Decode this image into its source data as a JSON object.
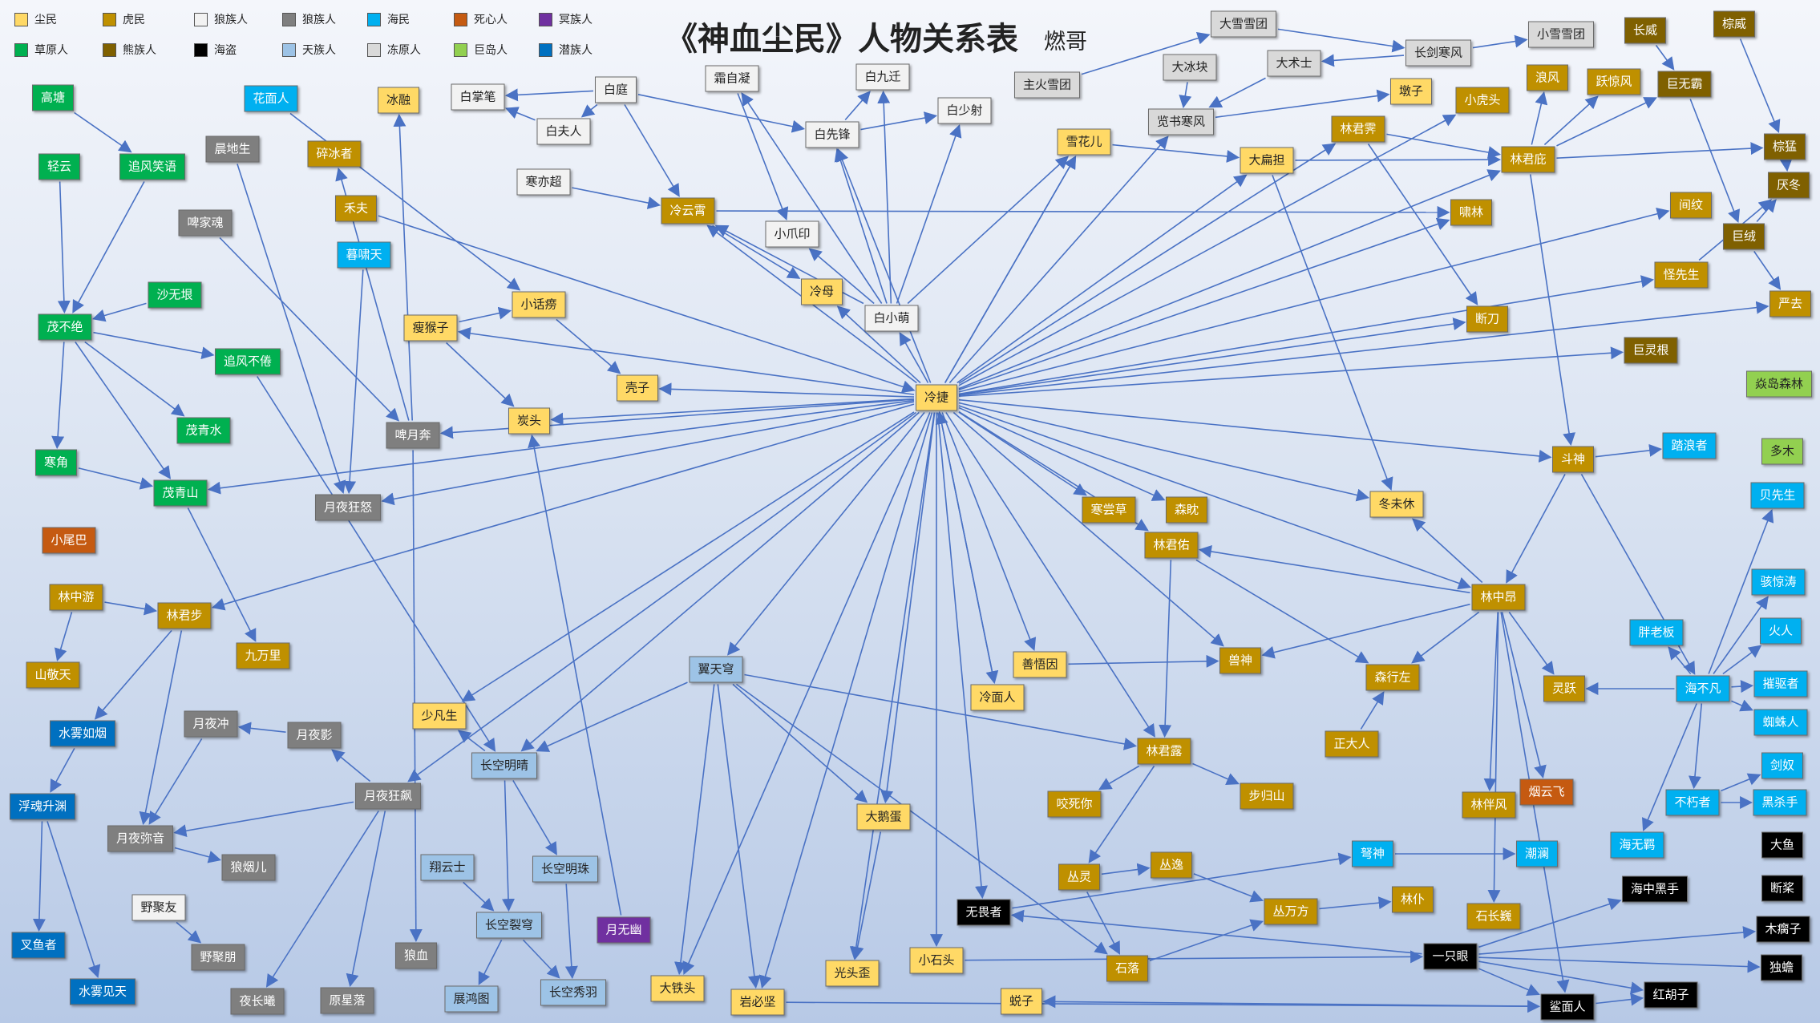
{
  "title": "《神血尘民》人物关系表",
  "author": "燃哥",
  "legend": [
    {
      "label": "尘民",
      "color": "#ffd966",
      "text": "#222"
    },
    {
      "label": "虎民",
      "color": "#bf9000",
      "text": "#fff"
    },
    {
      "label": "狼族人",
      "color": "#f2f2f2",
      "text": "#222"
    },
    {
      "label": "狼族人",
      "color": "#7f7f7f",
      "text": "#fff"
    },
    {
      "label": "海民",
      "color": "#00b0f0",
      "text": "#fff"
    },
    {
      "label": "死心人",
      "color": "#c55a11",
      "text": "#fff"
    },
    {
      "label": "冥族人",
      "color": "#7030a0",
      "text": "#fff"
    },
    {
      "label": "草原人",
      "color": "#00b050",
      "text": "#fff"
    },
    {
      "label": "熊族人",
      "color": "#7f6000",
      "text": "#fff"
    },
    {
      "label": "海盗",
      "color": "#000000",
      "text": "#fff"
    },
    {
      "label": "天族人",
      "color": "#9dc3e6",
      "text": "#222"
    },
    {
      "label": "冻原人",
      "color": "#d9d9d9",
      "text": "#222"
    },
    {
      "label": "巨岛人",
      "color": "#92d050",
      "text": "#222"
    },
    {
      "label": "潜族人",
      "color": "#0070c0",
      "text": "#fff"
    }
  ],
  "nodes": [
    {
      "id": "冷捷",
      "t": 0
    },
    {
      "id": "白小萌",
      "t": 2
    },
    {
      "id": "冷母",
      "t": 0
    },
    {
      "id": "冷云霄",
      "t": 1
    },
    {
      "id": "寒亦超",
      "t": 2
    },
    {
      "id": "白夫人",
      "t": 2
    },
    {
      "id": "白掌笔",
      "t": 2
    },
    {
      "id": "白庭",
      "t": 2
    },
    {
      "id": "霜自凝",
      "t": 2
    },
    {
      "id": "白九迁",
      "t": 2
    },
    {
      "id": "白少射",
      "t": 2
    },
    {
      "id": "白先锋",
      "t": 2
    },
    {
      "id": "小爪印",
      "t": 2
    },
    {
      "id": "主火雪团",
      "t": 11
    },
    {
      "id": "大雪雪团",
      "t": 11
    },
    {
      "id": "大冰块",
      "t": 11
    },
    {
      "id": "大术士",
      "t": 11
    },
    {
      "id": "览书寒风",
      "t": 11
    },
    {
      "id": "长剑寒风",
      "t": 11
    },
    {
      "id": "小雪雪团",
      "t": 11
    },
    {
      "id": "雪花儿",
      "t": 0
    },
    {
      "id": "大扁担",
      "t": 0
    },
    {
      "id": "墩子",
      "t": 0
    },
    {
      "id": "小虎头",
      "t": 1
    },
    {
      "id": "林君霁",
      "t": 1
    },
    {
      "id": "啸林",
      "t": 1
    },
    {
      "id": "林君庇",
      "t": 1
    },
    {
      "id": "浪风",
      "t": 1
    },
    {
      "id": "跃惊风",
      "t": 1
    },
    {
      "id": "长威",
      "t": 8
    },
    {
      "id": "棕威",
      "t": 8
    },
    {
      "id": "巨无霸",
      "t": 8
    },
    {
      "id": "棕猛",
      "t": 8
    },
    {
      "id": "厌冬",
      "t": 8
    },
    {
      "id": "间纹",
      "t": 1
    },
    {
      "id": "巨绒",
      "t": 8
    },
    {
      "id": "怪先生",
      "t": 1
    },
    {
      "id": "严去",
      "t": 1
    },
    {
      "id": "断刀",
      "t": 1
    },
    {
      "id": "巨灵根",
      "t": 8
    },
    {
      "id": "焱岛森林",
      "t": 12
    },
    {
      "id": "多木",
      "t": 12
    },
    {
      "id": "斗神",
      "t": 1
    },
    {
      "id": "踏浪者",
      "t": 4
    },
    {
      "id": "贝先生",
      "t": 4
    },
    {
      "id": "冬未休",
      "t": 0
    },
    {
      "id": "森眈",
      "t": 1
    },
    {
      "id": "寒尝草",
      "t": 1
    },
    {
      "id": "林君佑",
      "t": 1
    },
    {
      "id": "林中昂",
      "t": 1
    },
    {
      "id": "骇惊涛",
      "t": 4
    },
    {
      "id": "胖老板",
      "t": 4
    },
    {
      "id": "火人",
      "t": 4
    },
    {
      "id": "兽神",
      "t": 1
    },
    {
      "id": "善悟因",
      "t": 0
    },
    {
      "id": "冷面人",
      "t": 0
    },
    {
      "id": "森行左",
      "t": 1
    },
    {
      "id": "灵跃",
      "t": 1
    },
    {
      "id": "海不凡",
      "t": 4
    },
    {
      "id": "摧驱者",
      "t": 4
    },
    {
      "id": "蜘蛛人",
      "t": 4
    },
    {
      "id": "剑奴",
      "t": 4
    },
    {
      "id": "不朽者",
      "t": 4
    },
    {
      "id": "黑杀手",
      "t": 4
    },
    {
      "id": "正大人",
      "t": 1
    },
    {
      "id": "林君露",
      "t": 1
    },
    {
      "id": "步归山",
      "t": 1
    },
    {
      "id": "林伴风",
      "t": 1
    },
    {
      "id": "烟云飞",
      "t": 5
    },
    {
      "id": "海无羁",
      "t": 4
    },
    {
      "id": "咬死你",
      "t": 1
    },
    {
      "id": "弩神",
      "t": 4
    },
    {
      "id": "潮澜",
      "t": 4
    },
    {
      "id": "大鱼",
      "t": 9
    },
    {
      "id": "海中黑手",
      "t": 9
    },
    {
      "id": "断桨",
      "t": 9
    },
    {
      "id": "丛灵",
      "t": 1
    },
    {
      "id": "丛逸",
      "t": 1
    },
    {
      "id": "林仆",
      "t": 1
    },
    {
      "id": "丛万方",
      "t": 1
    },
    {
      "id": "石长巍",
      "t": 1
    },
    {
      "id": "木瘸子",
      "t": 9
    },
    {
      "id": "无畏者",
      "t": 9
    },
    {
      "id": "一只眼",
      "t": 9
    },
    {
      "id": "独蟾",
      "t": 9
    },
    {
      "id": "石落",
      "t": 1
    },
    {
      "id": "小石头",
      "t": 0
    },
    {
      "id": "红胡子",
      "t": 9
    },
    {
      "id": "鲨面人",
      "t": 9
    },
    {
      "id": "蜕子",
      "t": 0
    },
    {
      "id": "大鹅蛋",
      "t": 0
    },
    {
      "id": "光头歪",
      "t": 0
    },
    {
      "id": "岩必坚",
      "t": 0
    },
    {
      "id": "大铁头",
      "t": 0
    },
    {
      "id": "月无幽",
      "t": 6
    },
    {
      "id": "翼天穹",
      "t": 10
    },
    {
      "id": "长空明晴",
      "t": 10
    },
    {
      "id": "长空明珠",
      "t": 10
    },
    {
      "id": "翔云士",
      "t": 10
    },
    {
      "id": "长空裂穹",
      "t": 10
    },
    {
      "id": "展鸿图",
      "t": 10
    },
    {
      "id": "长空秀羽",
      "t": 10
    },
    {
      "id": "少凡生",
      "t": 0
    },
    {
      "id": "月夜狂飙",
      "t": 3
    },
    {
      "id": "月夜影",
      "t": 3
    },
    {
      "id": "月夜冲",
      "t": 3
    },
    {
      "id": "月夜弥音",
      "t": 3
    },
    {
      "id": "狼烟儿",
      "t": 3
    },
    {
      "id": "野聚友",
      "t": 2
    },
    {
      "id": "野聚朋",
      "t": 3
    },
    {
      "id": "夜长曦",
      "t": 3
    },
    {
      "id": "原星落",
      "t": 3
    },
    {
      "id": "狼血",
      "t": 3
    },
    {
      "id": "月夜狂怒",
      "t": 3
    },
    {
      "id": "啤月奔",
      "t": 3
    },
    {
      "id": "瘦猴子",
      "t": 0
    },
    {
      "id": "小话痨",
      "t": 0
    },
    {
      "id": "壳子",
      "t": 0
    },
    {
      "id": "炭头",
      "t": 0
    },
    {
      "id": "暮啸天",
      "t": 4
    },
    {
      "id": "禾夫",
      "t": 1
    },
    {
      "id": "碎冰者",
      "t": 1
    },
    {
      "id": "冰融",
      "t": 0
    },
    {
      "id": "花面人",
      "t": 4
    },
    {
      "id": "晨地生",
      "t": 3
    },
    {
      "id": "啤家魂",
      "t": 3
    },
    {
      "id": "高塘",
      "t": 7
    },
    {
      "id": "轻云",
      "t": 7
    },
    {
      "id": "追风笑语",
      "t": 7
    },
    {
      "id": "沙无垠",
      "t": 7
    },
    {
      "id": "茂不绝",
      "t": 7
    },
    {
      "id": "追风不倦",
      "t": 7
    },
    {
      "id": "茂青水",
      "t": 7
    },
    {
      "id": "寒角",
      "t": 7
    },
    {
      "id": "茂青山",
      "t": 7
    },
    {
      "id": "小尾巴",
      "t": 5
    },
    {
      "id": "林中游",
      "t": 1
    },
    {
      "id": "林君步",
      "t": 1
    },
    {
      "id": "九万里",
      "t": 1
    },
    {
      "id": "山敬天",
      "t": 1
    },
    {
      "id": "水雾如烟",
      "t": 13
    },
    {
      "id": "浮魂升渊",
      "t": 13
    },
    {
      "id": "叉鱼者",
      "t": 13
    },
    {
      "id": "水雾见天",
      "t": 13
    }
  ],
  "edges": [
    [
      "冷捷",
      "白小萌"
    ],
    [
      "冷捷",
      "冷母"
    ],
    [
      "冷捷",
      "冷云霄"
    ],
    [
      "冷捷",
      "雪花儿"
    ],
    [
      "冷捷",
      "大扁担"
    ],
    [
      "冷捷",
      "林君霁"
    ],
    [
      "冷捷",
      "林君庇"
    ],
    [
      "冷捷",
      "啸林"
    ],
    [
      "冷捷",
      "断刀"
    ],
    [
      "冷捷",
      "怪先生"
    ],
    [
      "冷捷",
      "巨灵根"
    ],
    [
      "冷捷",
      "斗神"
    ],
    [
      "冷捷",
      "冬未休"
    ],
    [
      "冷捷",
      "森眈"
    ],
    [
      "冷捷",
      "寒尝草"
    ],
    [
      "冷捷",
      "林君佑"
    ],
    [
      "冷捷",
      "林中昂"
    ],
    [
      "冷捷",
      "兽神"
    ],
    [
      "冷捷",
      "善悟因"
    ],
    [
      "冷捷",
      "冷面人"
    ],
    [
      "冷捷",
      "林君露"
    ],
    [
      "冷捷",
      "翼天穹"
    ],
    [
      "冷捷",
      "壳子"
    ],
    [
      "冷捷",
      "瘦猴子"
    ],
    [
      "冷捷",
      "炭头"
    ],
    [
      "冷捷",
      "月夜狂怒"
    ],
    [
      "冷捷",
      "茂青山"
    ],
    [
      "冷捷",
      "少凡生"
    ],
    [
      "冷捷",
      "长空明晴"
    ],
    [
      "冷捷",
      "大鹅蛋"
    ],
    [
      "冷捷",
      "小石头"
    ],
    [
      "冷捷",
      "无畏者"
    ],
    [
      "冷捷",
      "岩必坚"
    ],
    [
      "冷捷",
      "大铁头"
    ],
    [
      "冷捷",
      "光头歪"
    ],
    [
      "冷捷",
      "林君步"
    ],
    [
      "冷捷",
      "月夜狂飙"
    ],
    [
      "冷捷",
      "白先锋"
    ],
    [
      "冷捷",
      "雪花儿"
    ],
    [
      "冷捷",
      "啤月奔"
    ],
    [
      "冷捷",
      "览书寒风"
    ],
    [
      "冷捷",
      "小虎头"
    ],
    [
      "冷捷",
      "严去"
    ],
    [
      "冷捷",
      "间纹"
    ],
    [
      "白小萌",
      "白先锋"
    ],
    [
      "白小萌",
      "白少射"
    ],
    [
      "白小萌",
      "白九迁"
    ],
    [
      "白小萌",
      "霜自凝"
    ],
    [
      "白小萌",
      "冷云霄"
    ],
    [
      "白小萌",
      "雪花儿"
    ],
    [
      "白小萌",
      "小爪印"
    ],
    [
      "白庭",
      "白掌笔"
    ],
    [
      "白庭",
      "白夫人"
    ],
    [
      "白庭",
      "白先锋"
    ],
    [
      "白庭",
      "冷云霄"
    ],
    [
      "白先锋",
      "白少射"
    ],
    [
      "白先锋",
      "白九迁"
    ],
    [
      "白夫人",
      "白掌笔"
    ],
    [
      "寒亦超",
      "冷云霄"
    ],
    [
      "冷云霄",
      "啸林"
    ],
    [
      "冷云霄",
      "冷母"
    ],
    [
      "霜自凝",
      "小爪印"
    ],
    [
      "主火雪团",
      "大雪雪团"
    ],
    [
      "大雪雪团",
      "长剑寒风"
    ],
    [
      "长剑寒风",
      "小雪雪团"
    ],
    [
      "长剑寒风",
      "大术士"
    ],
    [
      "大术士",
      "览书寒风"
    ],
    [
      "览书寒风",
      "墩子"
    ],
    [
      "大冰块",
      "览书寒风"
    ],
    [
      "雪花儿",
      "大扁担"
    ],
    [
      "大扁担",
      "林君庇"
    ],
    [
      "大扁担",
      "冬未休"
    ],
    [
      "林君霁",
      "林君庇"
    ],
    [
      "林君霁",
      "断刀"
    ],
    [
      "林君庇",
      "浪风"
    ],
    [
      "林君庇",
      "跃惊风"
    ],
    [
      "林君庇",
      "斗神"
    ],
    [
      "林君庇",
      "巨无霸"
    ],
    [
      "林君庇",
      "棕猛"
    ],
    [
      "长威",
      "巨无霸"
    ],
    [
      "棕威",
      "棕猛"
    ],
    [
      "棕猛",
      "厌冬"
    ],
    [
      "巨绒",
      "厌冬"
    ],
    [
      "巨绒",
      "严去"
    ],
    [
      "巨无霸",
      "巨绒"
    ],
    [
      "怪先生",
      "厌冬"
    ],
    [
      "斗神",
      "踏浪者"
    ],
    [
      "斗神",
      "林中昂"
    ],
    [
      "斗神",
      "海不凡"
    ],
    [
      "林中昂",
      "森行左"
    ],
    [
      "林中昂",
      "灵跃"
    ],
    [
      "林中昂",
      "烟云飞"
    ],
    [
      "林中昂",
      "林君佑"
    ],
    [
      "林中昂",
      "林伴风"
    ],
    [
      "林中昂",
      "鲨面人"
    ],
    [
      "林中昂",
      "兽神"
    ],
    [
      "林中昂",
      "冬未休"
    ],
    [
      "林中昂",
      "石长巍"
    ],
    [
      "林君佑",
      "林君露"
    ],
    [
      "林君露",
      "步归山"
    ],
    [
      "林君露",
      "咬死你"
    ],
    [
      "林君露",
      "丛灵"
    ],
    [
      "海不凡",
      "灵跃"
    ],
    [
      "海不凡",
      "火人"
    ],
    [
      "海不凡",
      "骇惊涛"
    ],
    [
      "海不凡",
      "摧驱者"
    ],
    [
      "海不凡",
      "蜘蛛人"
    ],
    [
      "海不凡",
      "不朽者"
    ],
    [
      "海不凡",
      "胖老板"
    ],
    [
      "海不凡",
      "海无羁"
    ],
    [
      "海不凡",
      "贝先生"
    ],
    [
      "不朽者",
      "黑杀手"
    ],
    [
      "不朽者",
      "剑奴"
    ],
    [
      "弩神",
      "潮澜"
    ],
    [
      "丛灵",
      "丛逸"
    ],
    [
      "丛灵",
      "石落"
    ],
    [
      "丛逸",
      "丛万方"
    ],
    [
      "丛万方",
      "林仆"
    ],
    [
      "一只眼",
      "红胡子"
    ],
    [
      "一只眼",
      "木瘸子"
    ],
    [
      "一只眼",
      "独蟾"
    ],
    [
      "一只眼",
      "海中黑手"
    ],
    [
      "一只眼",
      "鲨面人"
    ],
    [
      "一只眼",
      "无畏者"
    ],
    [
      "鲨面人",
      "蜕子"
    ],
    [
      "鲨面人",
      "红胡子"
    ],
    [
      "翼天穹",
      "长空明晴"
    ],
    [
      "翼天穹",
      "大鹅蛋"
    ],
    [
      "翼天穹",
      "岩必坚"
    ],
    [
      "翼天穹",
      "林君露"
    ],
    [
      "翼天穹",
      "石落"
    ],
    [
      "翼天穹",
      "大铁头"
    ],
    [
      "长空明晴",
      "长空明珠"
    ],
    [
      "长空明晴",
      "长空裂穹"
    ],
    [
      "长空明晴",
      "少凡生"
    ],
    [
      "翔云士",
      "长空裂穹"
    ],
    [
      "长空裂穹",
      "展鸿图"
    ],
    [
      "长空裂穹",
      "长空秀羽"
    ],
    [
      "长空明珠",
      "长空秀羽"
    ],
    [
      "月夜狂飙",
      "月夜影"
    ],
    [
      "月夜狂飙",
      "月夜弥音"
    ],
    [
      "月夜狂飙",
      "夜长曦"
    ],
    [
      "月夜狂飙",
      "原星落"
    ],
    [
      "月夜冲",
      "月夜弥音"
    ],
    [
      "月夜影",
      "月夜冲"
    ],
    [
      "月夜弥音",
      "狼烟儿"
    ],
    [
      "野聚友",
      "野聚朋"
    ],
    [
      "啤月奔",
      "狼血"
    ],
    [
      "啤月奔",
      "冰融"
    ],
    [
      "啤月奔",
      "碎冰者"
    ],
    [
      "瘦猴子",
      "小话痨"
    ],
    [
      "瘦猴子",
      "炭头"
    ],
    [
      "小话痨",
      "壳子"
    ],
    [
      "暮啸天",
      "月夜狂怒"
    ],
    [
      "禾夫",
      "冷捷"
    ],
    [
      "晨地生",
      "月夜狂怒"
    ],
    [
      "啤家魂",
      "啤月奔"
    ],
    [
      "花面人",
      "小话痨"
    ],
    [
      "高塘",
      "追风笑语"
    ],
    [
      "追风笑语",
      "茂不绝"
    ],
    [
      "轻云",
      "茂不绝"
    ],
    [
      "沙无垠",
      "茂不绝"
    ],
    [
      "茂不绝",
      "追风不倦"
    ],
    [
      "茂不绝",
      "茂青水"
    ],
    [
      "茂不绝",
      "寒角"
    ],
    [
      "茂不绝",
      "茂青山"
    ],
    [
      "寒角",
      "茂青山"
    ],
    [
      "茂青山",
      "九万里"
    ],
    [
      "林中游",
      "林君步"
    ],
    [
      "林中游",
      "山敬天"
    ],
    [
      "林君步",
      "水雾如烟"
    ],
    [
      "林君步",
      "月夜弥音"
    ],
    [
      "水雾如烟",
      "浮魂升渊"
    ],
    [
      "浮魂升渊",
      "叉鱼者"
    ],
    [
      "浮魂升渊",
      "水雾见天"
    ],
    [
      "月无幽",
      "炭头"
    ],
    [
      "小石头",
      "一只眼"
    ],
    [
      "岩必坚",
      "鲨面人"
    ],
    [
      "石落",
      "丛万方"
    ],
    [
      "无畏者",
      "弩神"
    ],
    [
      "善悟因",
      "兽神"
    ],
    [
      "冷面人",
      "冷捷"
    ],
    [
      "正大人",
      "森行左"
    ],
    [
      "林君佑",
      "森行左"
    ],
    [
      "大鹅蛋",
      "光头歪"
    ],
    [
      "追风不倦",
      "长空明晴"
    ]
  ]
}
